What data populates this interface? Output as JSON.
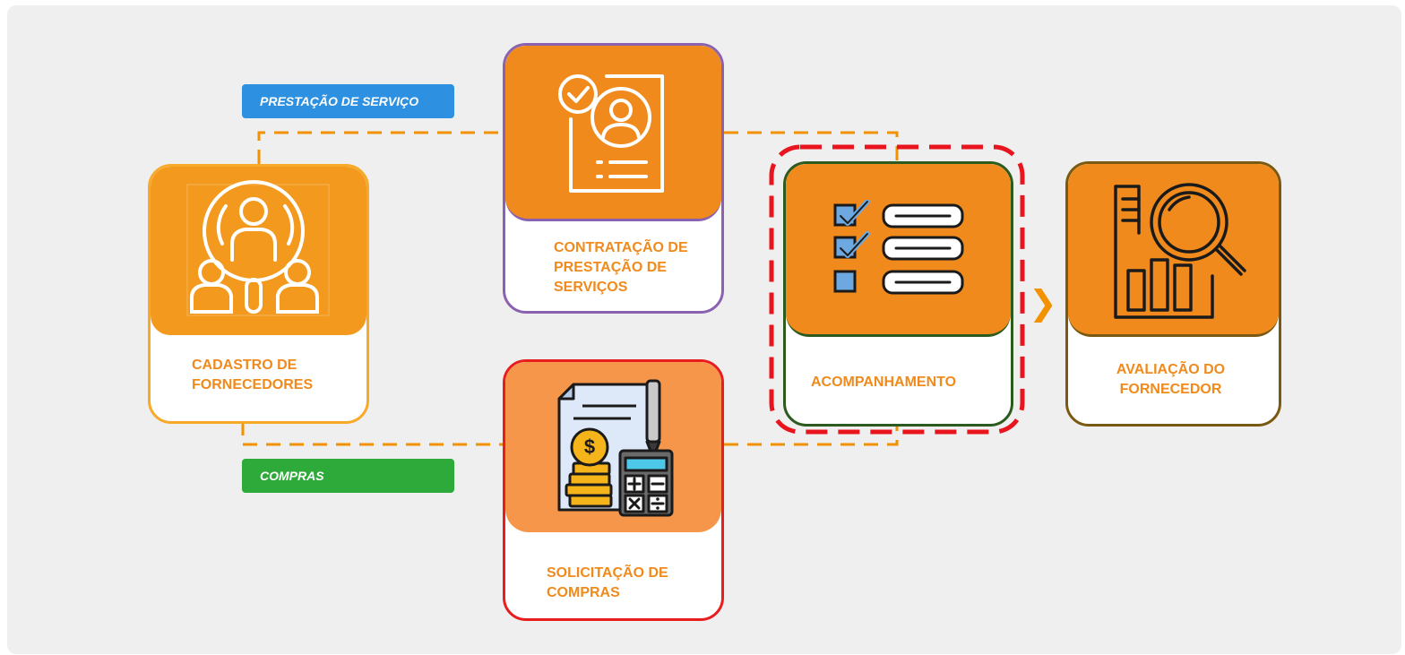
{
  "diagram": {
    "tags": {
      "service": "PRESTAÇÃO DE SERVIÇO",
      "purchases": "COMPRAS"
    },
    "nodes": {
      "cadastro": "CADASTRO DE FORNECEDORES",
      "contratacao": "CONTRATAÇÃO DE PRESTAÇÃO DE SERVIÇOS",
      "solicitacao": "SOLICITAÇÃO DE COMPRAS",
      "acompanhamento": "ACOMPANHAMENTO",
      "avaliacao": "AVALIAÇÃO DO FORNECEDOR"
    },
    "arrow_glyph": "❯",
    "colors": {
      "orange": "#f08a1c",
      "light_orange": "#f5964a",
      "blue_tag": "#2e90e0",
      "green_tag": "#2eaa3a",
      "purple_border": "#8a62b0",
      "red_border": "#e81e1e",
      "green_border": "#2d5a1e",
      "olive_border": "#7a5a12",
      "highlight_dash": "#e8141e"
    }
  }
}
